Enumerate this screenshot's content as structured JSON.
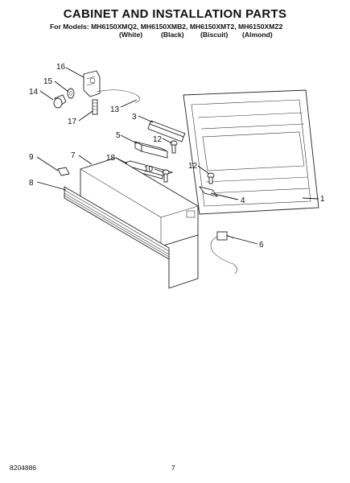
{
  "header": {
    "title": "CABINET AND INSTALLATION PARTS",
    "models_prefix": "For Models:",
    "models": "MH6150XMQ2, MH6150XMB2, MH6150XMT2, MH6150XMZ2",
    "colors": [
      "(White)",
      "(Black)",
      "(Biscuit)",
      "(Almond)"
    ]
  },
  "callouts": [
    "16",
    "15",
    "14",
    "13",
    "17",
    "3",
    "5",
    "12",
    "9",
    "7",
    "18",
    "10",
    "12",
    "8",
    "4",
    "1",
    "6"
  ],
  "footer": {
    "doc_number": "8204886",
    "page_number": "7"
  }
}
